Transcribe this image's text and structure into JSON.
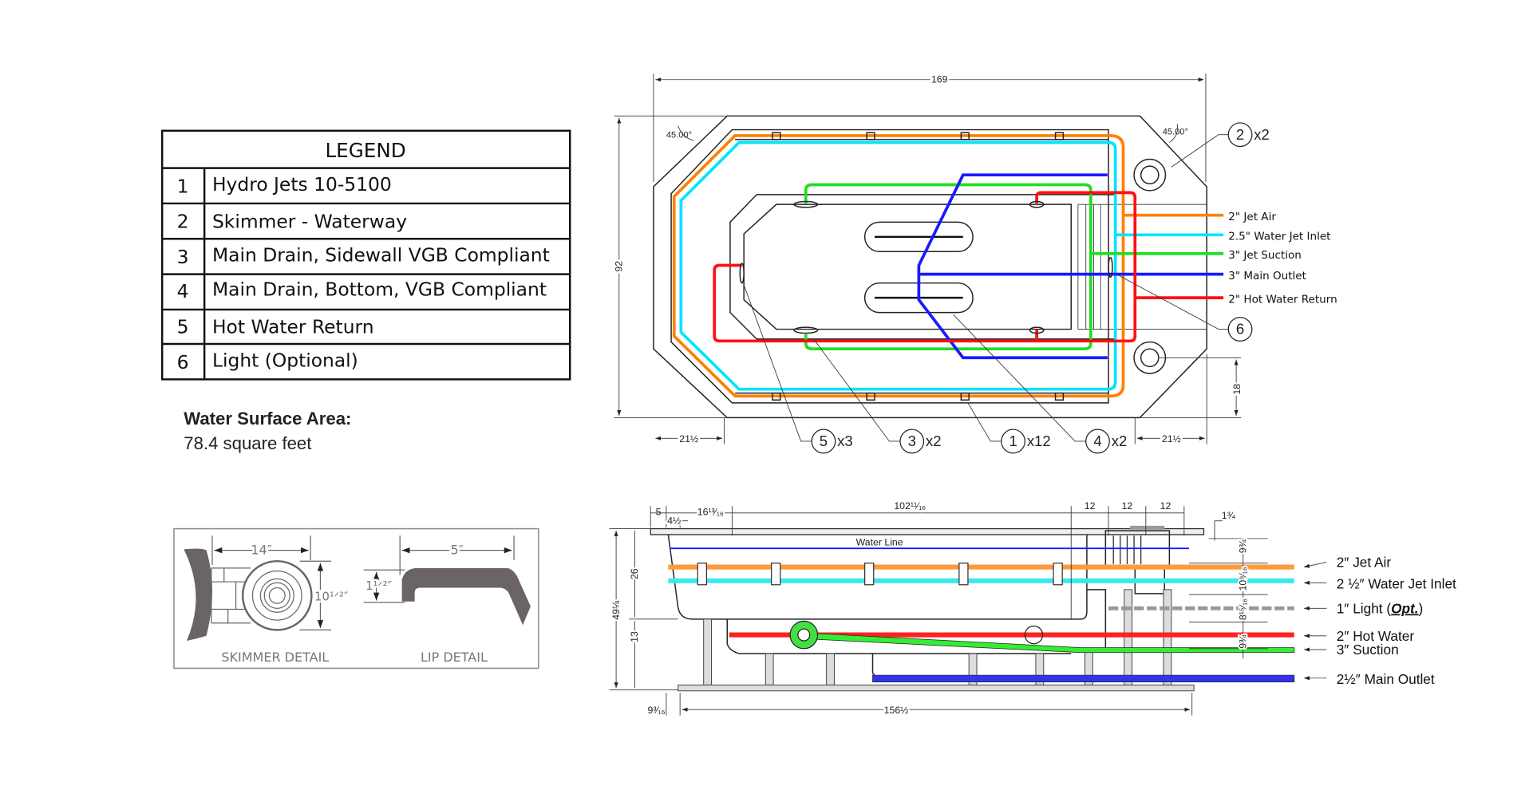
{
  "legend": {
    "title": "LEGEND",
    "rows": [
      {
        "num": "1",
        "text": "Hydro Jets 10-5100"
      },
      {
        "num": "2",
        "text": "Skimmer - Waterway"
      },
      {
        "num": "3",
        "text": "Main Drain, Sidewall VGB Compliant"
      },
      {
        "num": "4",
        "text": "Main Drain, Bottom, VGB Compliant"
      },
      {
        "num": "5",
        "text": "Hot Water Return"
      },
      {
        "num": "6",
        "text": "Light (Optional)"
      }
    ]
  },
  "surface": {
    "label": "Water Surface Area:",
    "value": "78.4 square feet"
  },
  "details": {
    "skimmer": {
      "title": "SKIMMER DETAIL",
      "width": "14″",
      "height": "10¹ᐟ²″"
    },
    "lip": {
      "title": "LIP DETAIL",
      "width": "5″",
      "height": "1¹ᐟ²″"
    }
  },
  "colors": {
    "jet_air": "#ff8000",
    "water_inlet": "#00e5ff",
    "suction": "#22dd22",
    "main_outlet": "#1a1aff",
    "hot_water": "#ff1010",
    "light": "#999999"
  },
  "plan": {
    "dims": {
      "length": "169",
      "width": "92",
      "left_offset": "21½",
      "right_offset": "21½",
      "skimmer_offset": "18",
      "angle_left": "45.00°",
      "angle_right": "45.00°"
    },
    "pipe_labels": [
      "2\" Jet Air",
      "2.5\" Water Jet Inlet",
      "3\" Jet Suction",
      "3\" Main Outlet",
      "2\" Hot Water Return"
    ],
    "callouts": [
      {
        "num": "2",
        "qty": "x2"
      },
      {
        "num": "6",
        "qty": ""
      },
      {
        "num": "5",
        "qty": "x3"
      },
      {
        "num": "3",
        "qty": "x2"
      },
      {
        "num": "1",
        "qty": "x12"
      },
      {
        "num": "4",
        "qty": "x2"
      }
    ]
  },
  "section": {
    "water_line": "Water Line",
    "top_dims": [
      "5",
      "4½",
      "16¹³⁄₁₆",
      "102¹¹⁄₁₆",
      "12",
      "12",
      "12",
      "1¾"
    ],
    "right_dims": [
      "9¾",
      "10⁹⁄₁₆",
      "8¹⁵⁄₁₆",
      "9¾"
    ],
    "left_dims": [
      "49⅛",
      "26",
      "13"
    ],
    "bottom_dims": [
      "9³⁄₁₆",
      "156½"
    ],
    "pipe_labels": [
      "2″ Jet Air",
      "2 ½″ Water Jet Inlet",
      "1″ Light (",
      "Opt.",
      ")",
      "2″ Hot Water",
      "3″ Suction",
      "2½″ Main Outlet"
    ]
  }
}
